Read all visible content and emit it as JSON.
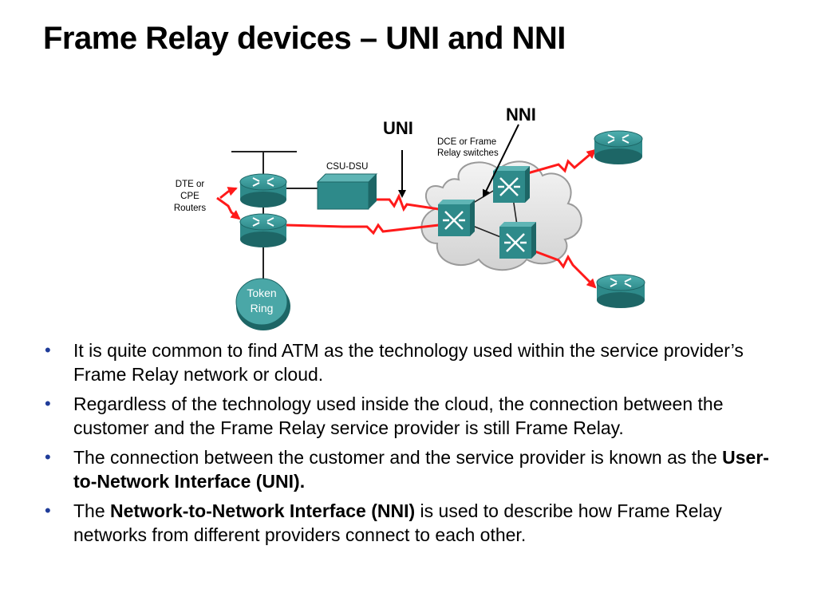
{
  "slide": {
    "title": "Frame Relay devices – UNI and NNI"
  },
  "diagram": {
    "labels": {
      "uni": "UNI",
      "nni": "NNI",
      "dte_line1": "DTE or",
      "dte_line2": "CPE",
      "dte_line3": "Routers",
      "csu_dsu": "CSU-DSU",
      "dce_line1": "DCE or Frame",
      "dce_line2": "Relay switches",
      "token_line1": "Token",
      "token_line2": "Ring"
    },
    "icons": [
      "router-icon",
      "csu-dsu-icon",
      "frame-relay-switch-icon",
      "token-ring-icon",
      "cloud-icon",
      "serial-link-icon"
    ],
    "colors": {
      "link": "#ff1a1a",
      "device": "#2e8a8a",
      "device_dark": "#1d6666",
      "cloud": "#e4e4e4",
      "bullet": "#1f3c99"
    }
  },
  "bullets": [
    {
      "marker": "•",
      "pre": "It is quite common to find ATM as the technology used within the service provider’s Frame Relay network or cloud.",
      "bold": "",
      "post": ""
    },
    {
      "marker": "•",
      "pre": "Regardless of the technology used inside the cloud, the connection between the customer and the Frame Relay service provider is still Frame Relay.",
      "bold": "",
      "post": ""
    },
    {
      "marker": "•",
      "pre": "The connection between the customer and the service provider is known as the ",
      "bold": "User-to-Network Interface (UNI).",
      "post": ""
    },
    {
      "marker": "•",
      "pre": "The ",
      "bold": "Network-to-Network Interface (NNI)",
      "post": " is used to describe how Frame Relay networks from different providers connect to each other."
    }
  ]
}
